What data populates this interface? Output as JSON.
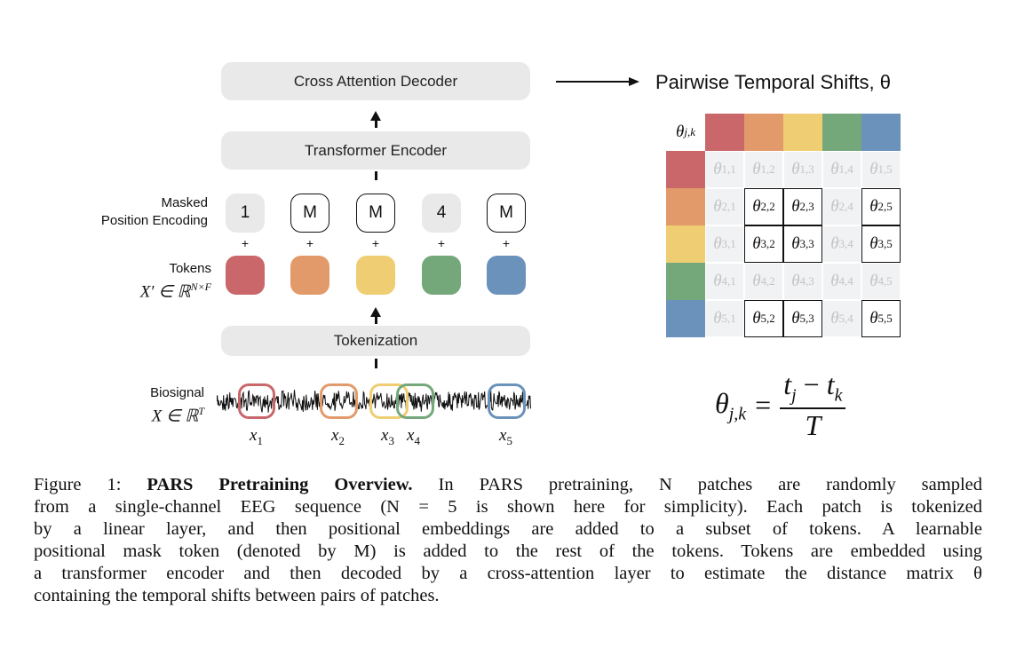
{
  "diagram": {
    "decoder_label": "Cross Attention Decoder",
    "encoder_label": "Transformer Encoder",
    "tokenization_label": "Tokenization",
    "output_label": "Pairwise Temporal Shifts, θ",
    "pe_label_line1": "Masked",
    "pe_label_line2": "Position Encoding",
    "tokens_label": "Tokens",
    "tokens_math": "X′ ∈ ℝ",
    "tokens_math_sup": "N×F",
    "biosignal_label": "Biosignal",
    "biosignal_math": "X ∈ ℝ",
    "biosignal_math_sup": "T",
    "plus": "+",
    "position_encodings": [
      {
        "text": "1",
        "masked": false
      },
      {
        "text": "M",
        "masked": true
      },
      {
        "text": "M",
        "masked": true
      },
      {
        "text": "4",
        "masked": false
      },
      {
        "text": "M",
        "masked": true
      }
    ],
    "token_colors": [
      "#c9676b",
      "#e39a6a",
      "#efcd72",
      "#74a87b",
      "#6b92bb"
    ],
    "patches": [
      {
        "label": "x",
        "sub": "1"
      },
      {
        "label": "x",
        "sub": "2"
      },
      {
        "label": "x",
        "sub": "3"
      },
      {
        "label": "x",
        "sub": "4"
      },
      {
        "label": "x",
        "sub": "5"
      }
    ]
  },
  "matrix": {
    "corner": "θ",
    "corner_sub": "j,k",
    "symbol": "θ",
    "visible_rows": [
      2,
      3,
      5
    ],
    "visible_cols": [
      2,
      3,
      5
    ],
    "size": 5
  },
  "formula": {
    "lhs": "θ",
    "lhs_sub": "j,k",
    "eq": "=",
    "num_a": "t",
    "num_a_sub": "j",
    "minus": "−",
    "num_b": "t",
    "num_b_sub": "k",
    "den": "T"
  },
  "caption": {
    "lines": [
      {
        "prefix": "Figure 1: ",
        "bold": "PARS Pretraining Overview.",
        "rest": " In PARS pretraining, N patches are randomly sampled"
      },
      {
        "text": "from a single-channel EEG sequence (N = 5 is shown here for simplicity). Each patch is tokenized"
      },
      {
        "text": "by a linear layer, and then positional embeddings are added to a subset of tokens.  A learnable"
      },
      {
        "text": "positional mask token (denoted by M) is added to the rest of the tokens. Tokens are embedded using"
      },
      {
        "text": "a transformer encoder and then decoded by a cross-attention layer to estimate the distance matrix θ"
      },
      {
        "text": "containing the temporal shifts between pairs of patches."
      }
    ]
  }
}
